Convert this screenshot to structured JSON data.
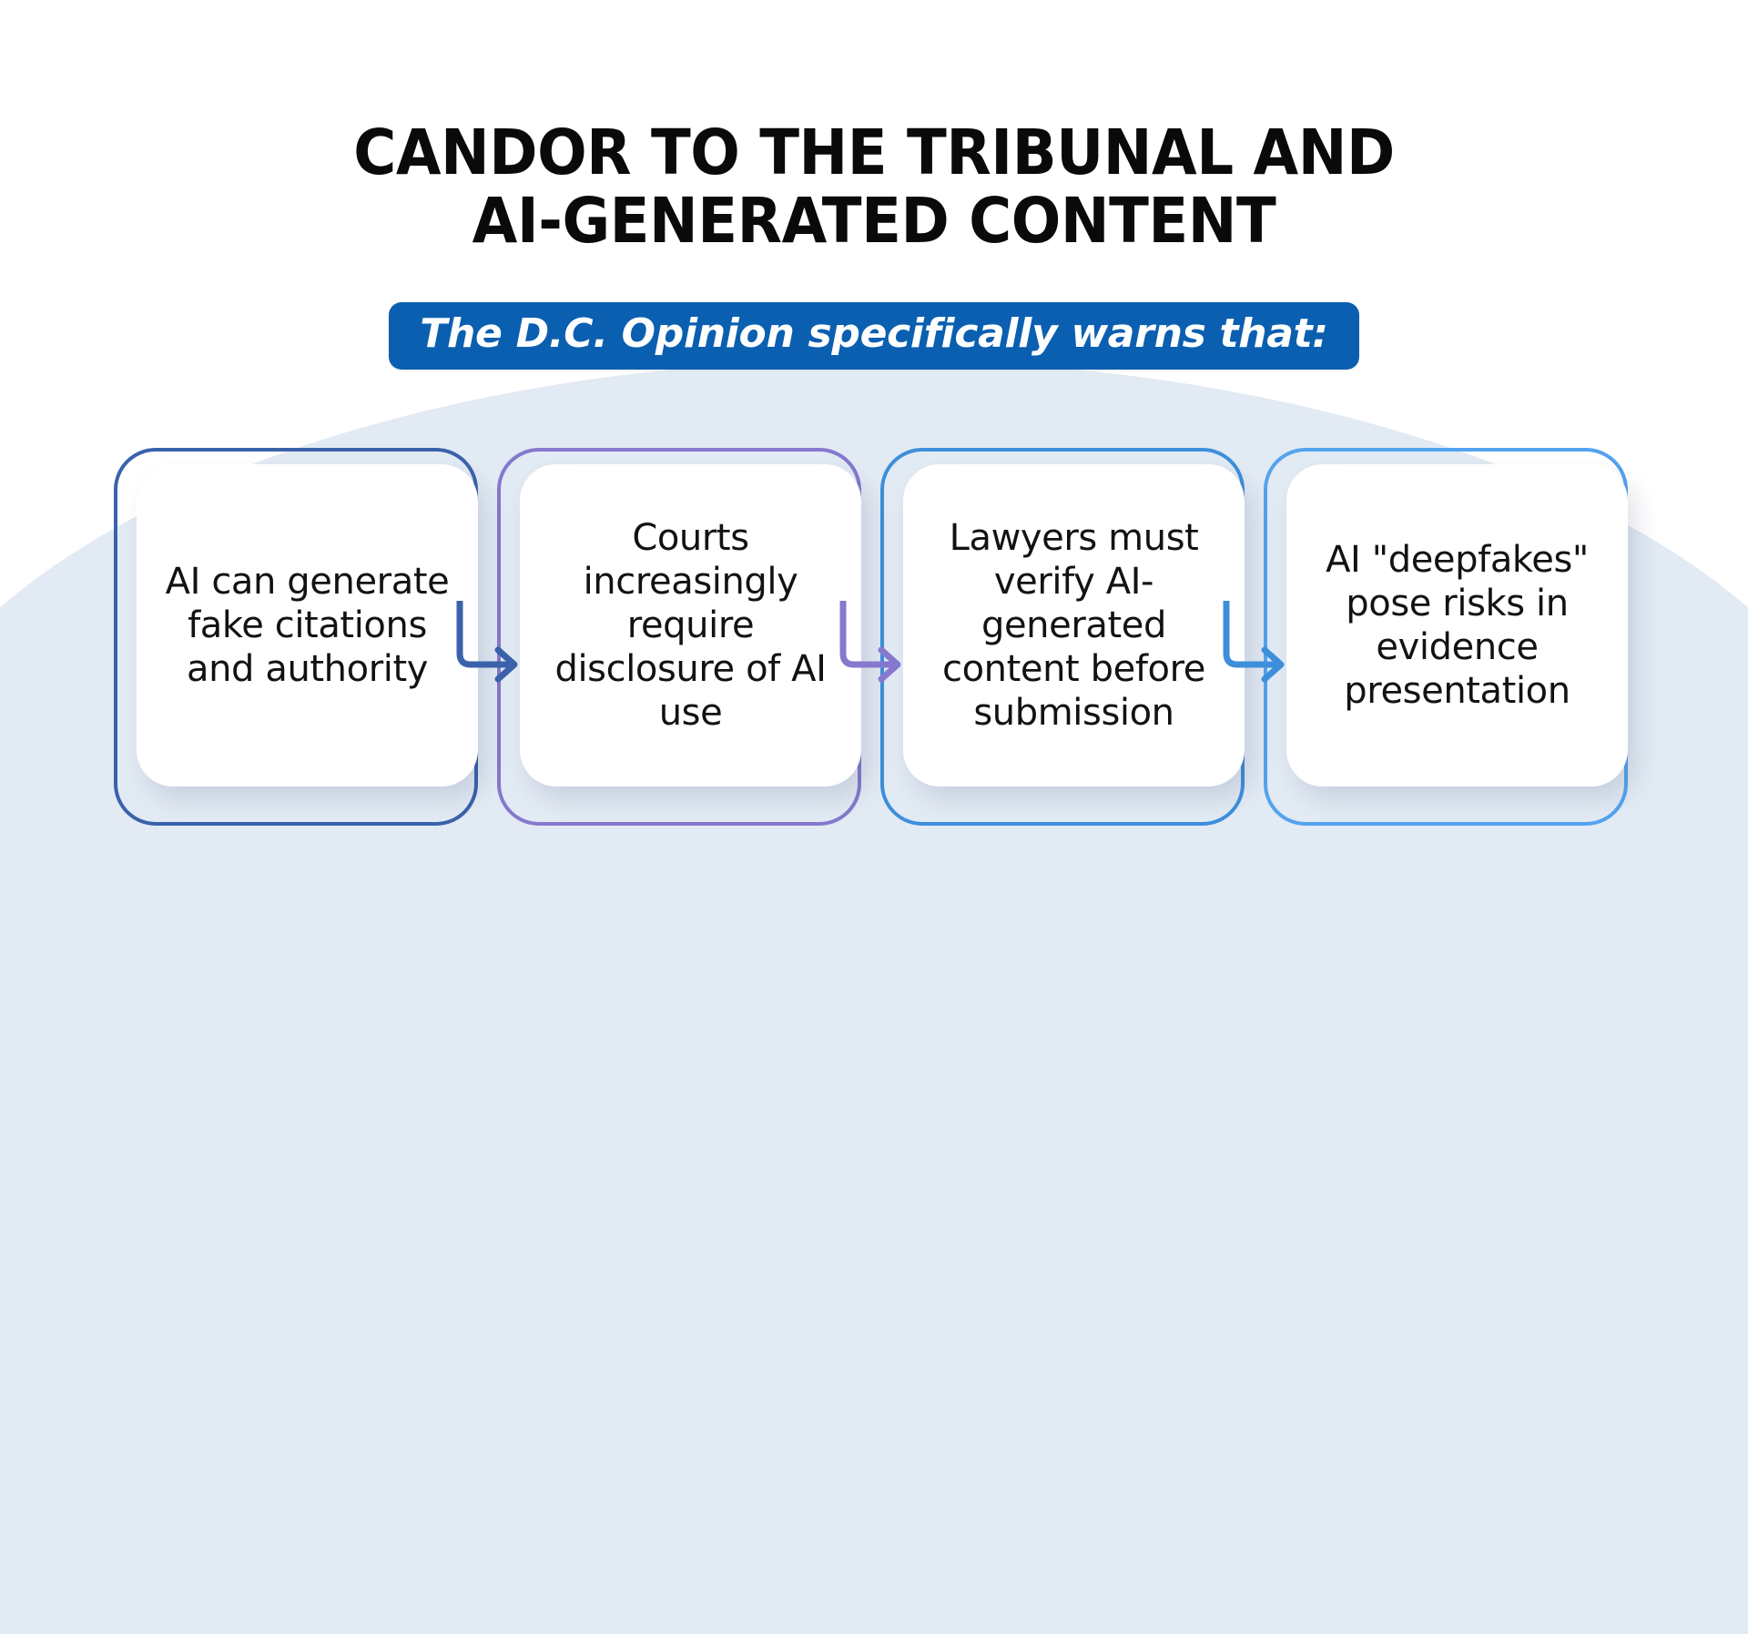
{
  "slide": {
    "title": "CANDOR TO THE TRIBUNAL AND\nAI-GENERATED CONTENT",
    "banner_label": "The D.C. Opinion specifically warns that:",
    "background_color": "#e2eaf4",
    "banner_color": "#0b5fb0",
    "title_color": "#0a0a0a"
  },
  "flow": {
    "steps": [
      {
        "index": "1",
        "text": "AI can generate fake citations and authority",
        "border_color": "#3a62ab",
        "arrow_color": "#3a62ab",
        "arrow_name": "arrow-step-1-to-2"
      },
      {
        "index": "2",
        "text": "Courts increasingly require disclosure of AI use",
        "border_color": "#8678ce",
        "arrow_color": "#8678ce",
        "arrow_name": "arrow-step-2-to-3"
      },
      {
        "index": "3",
        "text": "Lawyers must verify AI-generated content before submission",
        "border_color": "#3d8fdb",
        "arrow_color": "#3d8fdb",
        "arrow_name": "arrow-step-3-to-4"
      },
      {
        "index": "4",
        "text": "AI \"deepfakes\" pose risks in evidence presentation",
        "border_color": "#54a3ee",
        "arrow_color": "",
        "arrow_name": ""
      }
    ]
  }
}
